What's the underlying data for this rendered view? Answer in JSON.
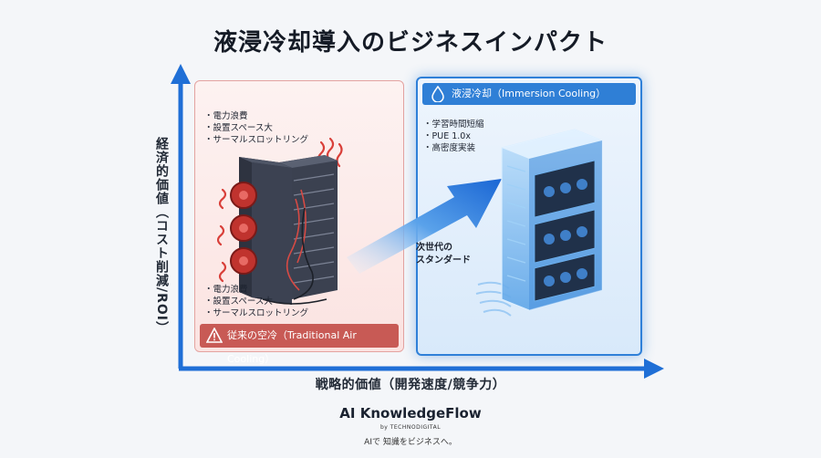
{
  "title": "液浸冷却導入のビジネスインパクト",
  "axes": {
    "y_label": "経済的価値（コスト削減/ROI）",
    "x_label": "戦略的価値（開発速度/競争力）"
  },
  "left_panel": {
    "bullets_top": [
      "電力浪費",
      "設置スペース大",
      "サーマルスロットリング"
    ],
    "bullets_bottom": [
      "電力浪費",
      "設置スペース大",
      "サーマルスロットリング"
    ],
    "caption": "従来の空冷（Traditional Air Cooling）",
    "icon": "warning-icon"
  },
  "right_panel": {
    "caption": "液浸冷却（Immersion Cooling）",
    "icon": "water-drop-icon",
    "bullets": [
      "学習時間短縮",
      "PUE 1.0x",
      "高密度実装"
    ],
    "next_gen_line1": "次世代の",
    "next_gen_line2": "スタンダード"
  },
  "brand": {
    "name": "AI KnowledgeFlow",
    "by": "by TECHNODIGITAL",
    "tagline": "AIで 知識をビジネスへ。"
  },
  "colors": {
    "axis": "#1f6fd6",
    "air_cooling": "#c85a55",
    "immersion": "#2f7fd6"
  }
}
